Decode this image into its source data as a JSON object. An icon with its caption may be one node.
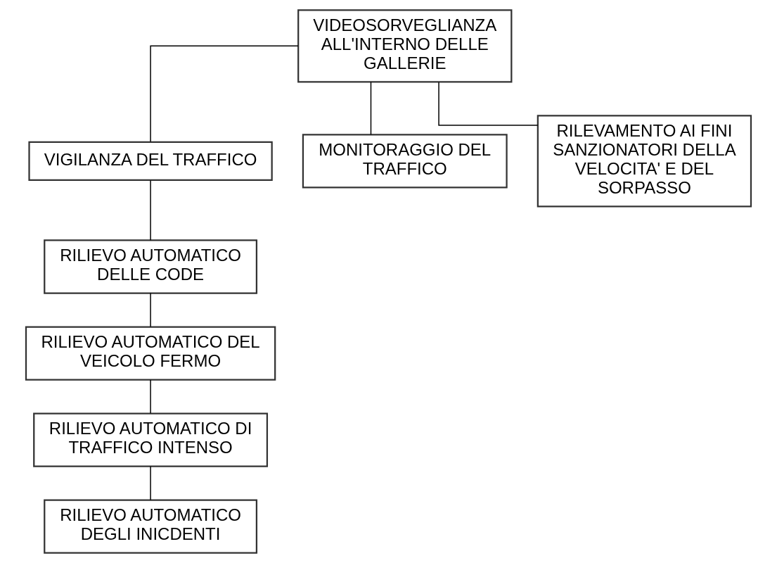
{
  "diagram": {
    "nodes": [
      {
        "text": [
          "VIDEOSORVEGLIANZA ALL'INTERNO DELLE GALLERIE"
        ]
      },
      {
        "text": [
          "VIGILANZA DEL TRAFFICO"
        ]
      },
      {
        "text": [
          "MONITORAGGIO DEL TRAFFICO"
        ]
      },
      {
        "text": [
          "RILEVAMENTO AI FINI SANZIONATORI DELLA VELOCITA' E DEL SORPASSO"
        ]
      },
      {
        "text": [
          "RILIEVO AUTOMATICO DELLE CODE"
        ]
      },
      {
        "text": [
          "RILIEVO AUTOMATICO DEL VEICOLO FERMO"
        ]
      },
      {
        "text": [
          "RILIEVO AUTOMATICO DI TRAFFICO INTENSO"
        ]
      },
      {
        "text": [
          "RILIEVO AUTOMATICO DEGLI INICDENTI"
        ]
      }
    ],
    "edges": [
      {
        "from": 0,
        "to": 1,
        "arrow": "none"
      },
      {
        "from": 0,
        "to": 2,
        "arrow": "none"
      },
      {
        "from": 0,
        "to": 3,
        "arrow": "none"
      },
      {
        "from": 1,
        "to": 4,
        "arrow": "none"
      },
      {
        "from": 4,
        "to": 5,
        "arrow": "none"
      },
      {
        "from": 5,
        "to": 6,
        "arrow": "none"
      },
      {
        "from": 6,
        "to": 7,
        "arrow": "none"
      }
    ]
  }
}
